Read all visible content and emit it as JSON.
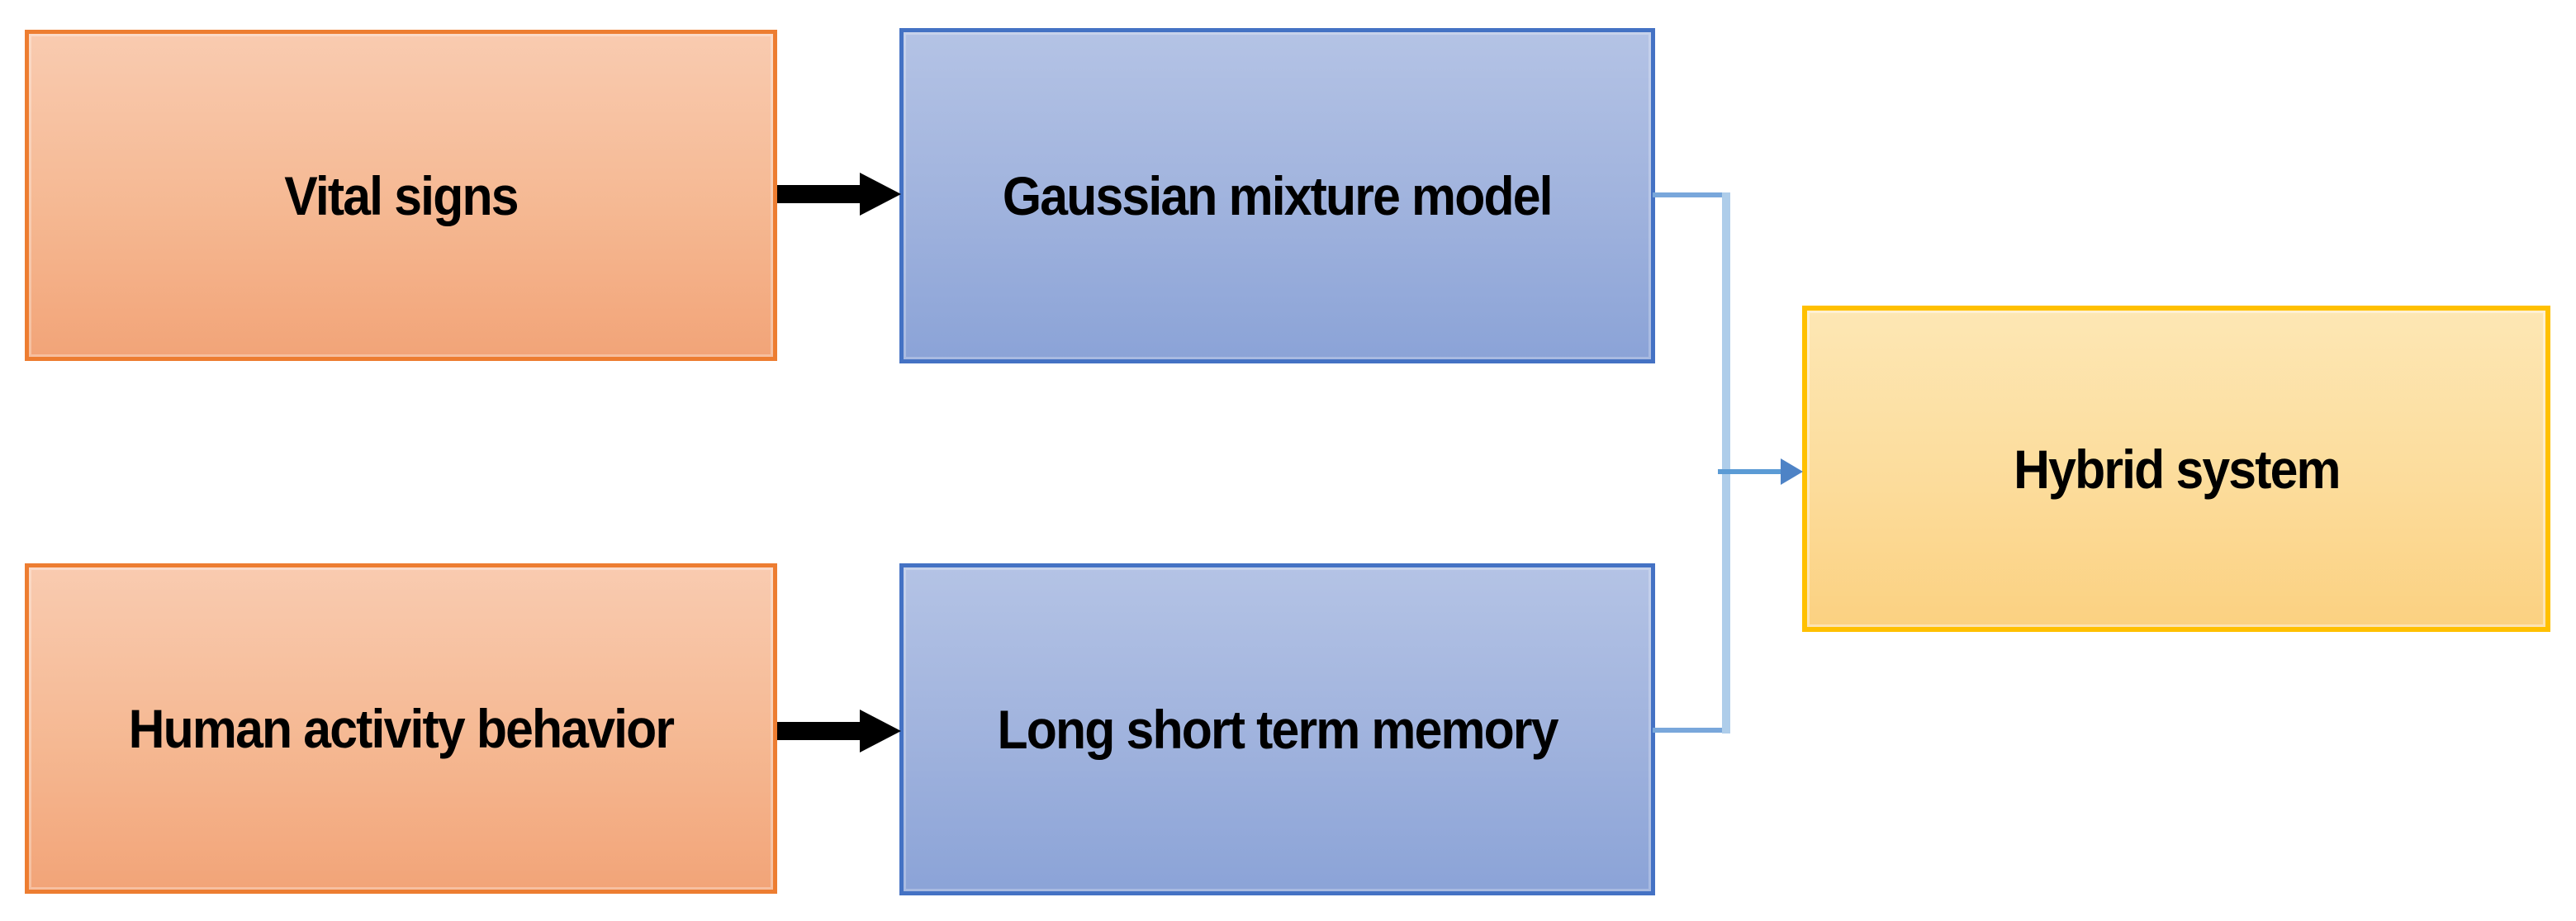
{
  "diagram": {
    "background": "#FFFFFF",
    "nodes": [
      {
        "id": "vital-signs",
        "label": "Vital signs",
        "shape": "rectangle",
        "fill_top": "#F9CBB0",
        "fill_bottom": "#F2A478",
        "border": "#ED7D31",
        "text_color": "#000000"
      },
      {
        "id": "gaussian-mixture-model",
        "label": "Gaussian mixture model",
        "shape": "rectangle",
        "fill_top": "#B4C3E5",
        "fill_bottom": "#8BA3D7",
        "border": "#4472C4",
        "text_color": "#000000"
      },
      {
        "id": "human-activity-behavior",
        "label": "Human activity behavior",
        "shape": "rectangle",
        "fill_top": "#F9CBB0",
        "fill_bottom": "#F2A478",
        "border": "#ED7D31",
        "text_color": "#000000"
      },
      {
        "id": "long-short-term-memory",
        "label": "Long short term memory",
        "shape": "rectangle",
        "fill_top": "#B4C3E5",
        "fill_bottom": "#8BA3D7",
        "border": "#4472C4",
        "text_color": "#000000"
      },
      {
        "id": "hybrid-system",
        "label": "Hybrid system",
        "shape": "rectangle",
        "fill_top": "#FDE7B4",
        "fill_bottom": "#FBD181",
        "border": "#FFC000",
        "text_color": "#000000"
      }
    ],
    "edges": [
      {
        "from": "vital-signs",
        "to": "gaussian-mixture-model",
        "type": "straight-arrow",
        "color": "#000000"
      },
      {
        "from": "human-activity-behavior",
        "to": "long-short-term-memory",
        "type": "straight-arrow",
        "color": "#000000"
      },
      {
        "from": "gaussian-mixture-model",
        "to": "merge-point",
        "type": "elbow",
        "color": "#79A7DB"
      },
      {
        "from": "long-short-term-memory",
        "to": "merge-point",
        "type": "elbow",
        "color": "#79A7DB"
      },
      {
        "from": "merge-point",
        "to": "hybrid-system",
        "type": "arrow",
        "color": "#5B9BD5"
      }
    ],
    "connector_colors": {
      "light": "#AECDEA",
      "medium": "#79A7DB",
      "arrow_line": "#5B9BD5",
      "arrow_head": "#4E83C6"
    }
  }
}
